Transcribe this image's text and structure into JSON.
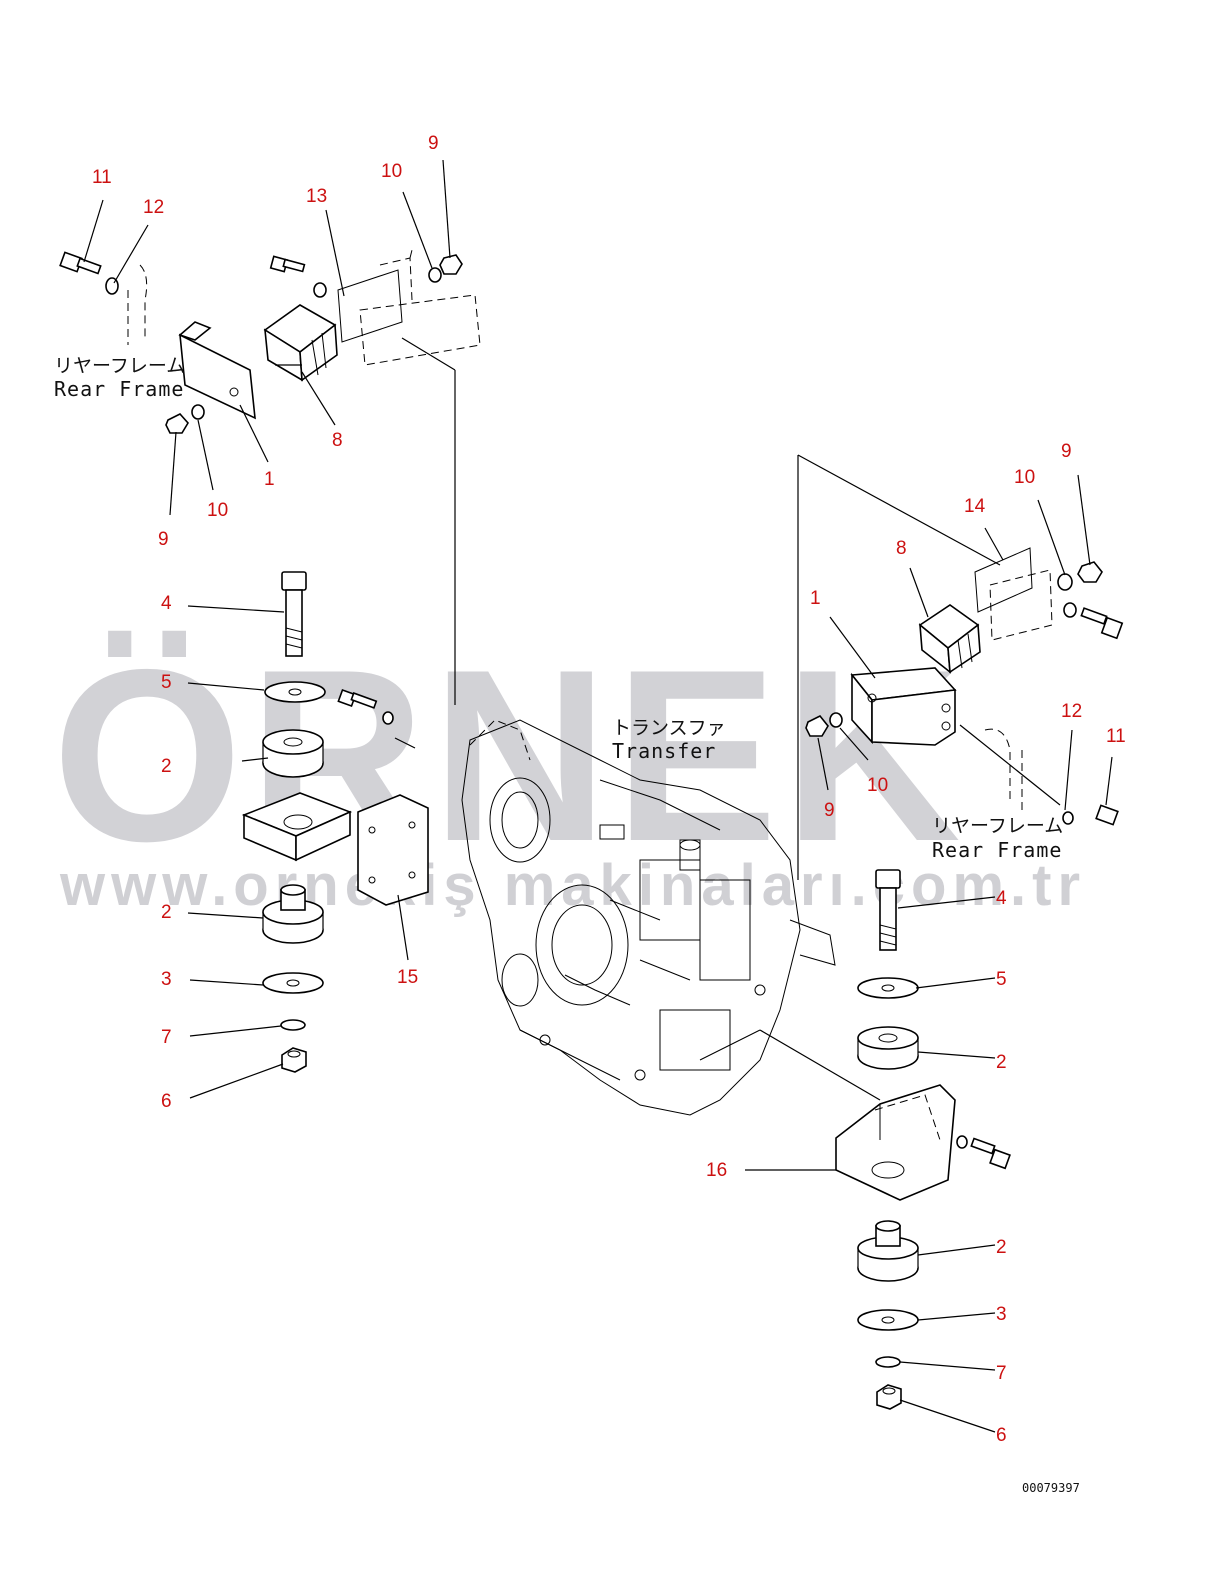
{
  "watermark": {
    "brand": "ÖRNEK",
    "url": "www.ornekiş makinaları.com.tr"
  },
  "labels": {
    "rear_frame_jp": "リヤーフレーム",
    "rear_frame_en": "Rear Frame",
    "transfer_jp": "トランスファ",
    "transfer_en": "Transfer"
  },
  "drawing_code": "00079397",
  "callouts": {
    "tl_11": "11",
    "tl_12": "12",
    "tl_13": "13",
    "tl_10a": "10",
    "tl_9a": "9",
    "tl_8": "8",
    "tl_1": "1",
    "tl_10b": "10",
    "tl_9b": "9",
    "l_4": "4",
    "l_5": "5",
    "l_2a": "2",
    "l_2b": "2",
    "l_3": "3",
    "l_7": "7",
    "l_6": "6",
    "l_15": "15",
    "r_9a": "9",
    "r_10a": "10",
    "r_14": "14",
    "r_8": "8",
    "r_1": "1",
    "r_12": "12",
    "r_11": "11",
    "r_10b": "10",
    "r_9b": "9",
    "r_4": "4",
    "r_5": "5",
    "r_2a": "2",
    "r_16": "16",
    "r_2b": "2",
    "r_3": "3",
    "r_7": "7",
    "r_6": "6"
  },
  "colors": {
    "callout": "#cc1111",
    "watermark": "#d2d2d6",
    "watermark_accent": "#f3d07a"
  }
}
